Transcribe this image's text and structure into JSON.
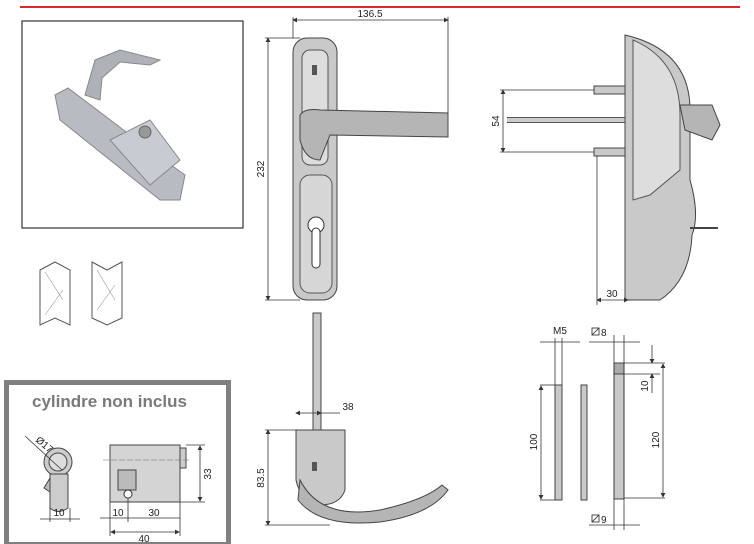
{
  "colors": {
    "accent_line": "#d42a2a",
    "frame_gray": "#808080",
    "note_text": "#7a7a7a"
  },
  "note": {
    "text": "cylindre non inclus"
  },
  "front_view": {
    "width": "136.5",
    "height": "232"
  },
  "side_view": {
    "spacing": "54",
    "depth": "30"
  },
  "top_view": {
    "offset": "38",
    "height": "83.5"
  },
  "cylinder": {
    "diameter": "Ø17",
    "cam_width": "10",
    "left": "10",
    "right": "30",
    "length": "40",
    "height": "33"
  },
  "rods": {
    "thread": "M5",
    "square_small": "8",
    "square_large": "9",
    "short_length": "100",
    "long_length": "120",
    "tip": "10"
  }
}
